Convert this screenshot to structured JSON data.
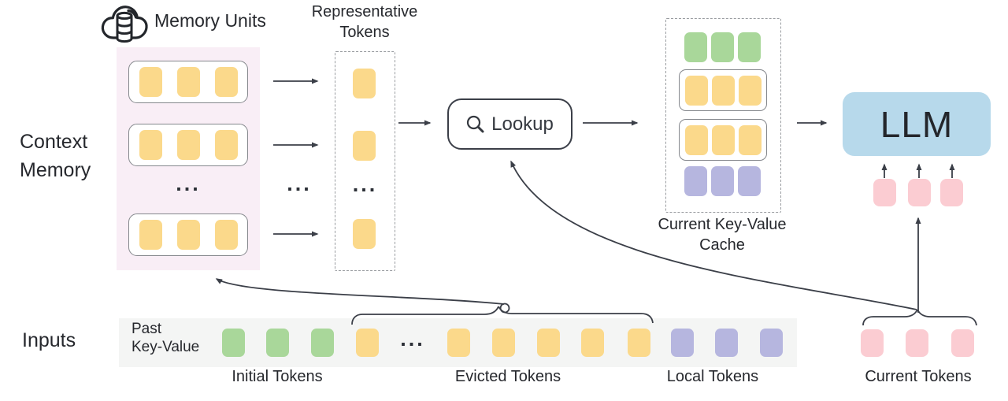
{
  "colors": {
    "yellow": "#fbd98b",
    "green": "#a9d79a",
    "purple": "#b6b6df",
    "pink": "#fbccd2",
    "blue": "#b7d9eb",
    "memory_bg": "#f9eef6",
    "strip_bg": "#f4f5f4",
    "line": "#3b3f48",
    "text": "#26282d"
  },
  "labels": {
    "memory_units": "Memory Units",
    "representative": [
      "Representative",
      "Tokens"
    ],
    "context_memory": [
      "Context",
      "Memory"
    ],
    "lookup": "Lookup",
    "cache": [
      "Current Key-Value",
      "Cache"
    ],
    "llm": "LLM",
    "inputs": "Inputs",
    "past_key_value": [
      "Past",
      "Key-Value"
    ],
    "ellipsis": "...",
    "captions": {
      "initial": "Initial Tokens",
      "evicted": "Evicted Tokens",
      "local": "Local Tokens",
      "current": "Current Tokens"
    }
  },
  "legend": {
    "green_tokens": "Initial Tokens",
    "yellow_tokens": "Evicted Tokens",
    "purple_tokens": "Local Tokens",
    "pink_tokens": "Current Tokens"
  },
  "counts": {
    "memory_unit_rows_visible": 3,
    "tokens_per_memory_unit": 3,
    "representative_tokens_visible": 3,
    "cache_rows": 4,
    "initial_tokens": 3,
    "evicted_tokens_visible": 6,
    "local_tokens": 3,
    "current_tokens": 3,
    "llm_input_tokens": 3
  }
}
